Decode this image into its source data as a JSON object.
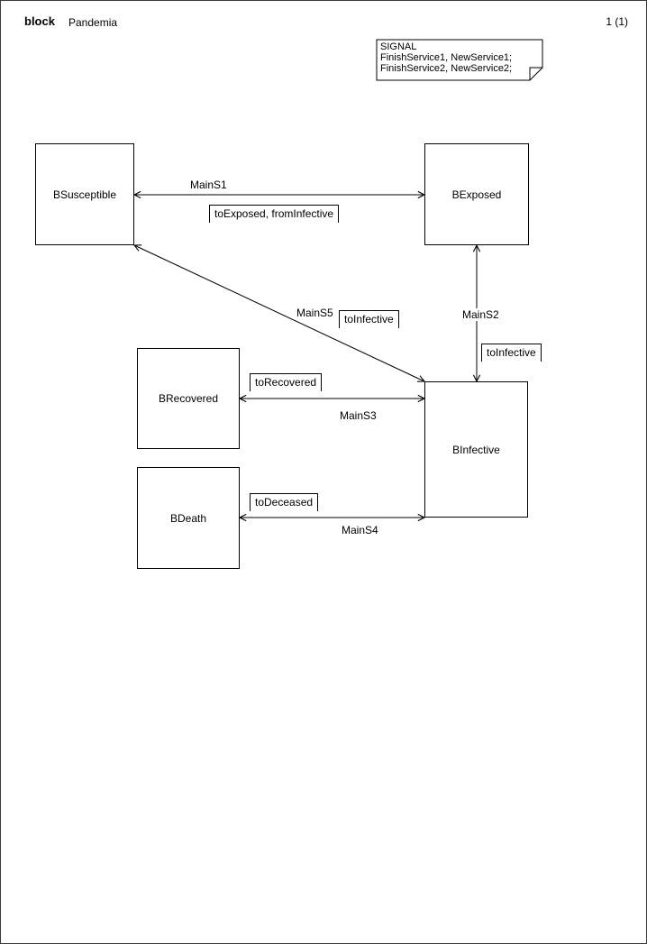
{
  "header": {
    "kind_label": "block",
    "diagram_name": "Pandemia",
    "page_number": "1 (1)"
  },
  "text_symbol": {
    "line1": "SIGNAL",
    "line2": "FinishService1, NewService1;",
    "line3": "FinishService2, NewService2;"
  },
  "blocks": {
    "susceptible": {
      "label": "BSusceptible"
    },
    "exposed": {
      "label": "BExposed"
    },
    "recovered": {
      "label": "BRecovered"
    },
    "death": {
      "label": "BDeath"
    },
    "infective": {
      "label": "BInfective"
    }
  },
  "channels": {
    "mains1": {
      "label": "MainS1",
      "signals": "toExposed, fromInfective"
    },
    "mains2": {
      "label": "MainS2",
      "signals": "toInfective"
    },
    "mains3": {
      "label": "MainS3",
      "signals": "toRecovered"
    },
    "mains4": {
      "label": "MainS4",
      "signals": "toDeceased"
    },
    "mains5": {
      "label": "MainS5",
      "signals": "toInfective"
    }
  },
  "colors": {
    "line": "#000000",
    "background": "#ffffff"
  }
}
